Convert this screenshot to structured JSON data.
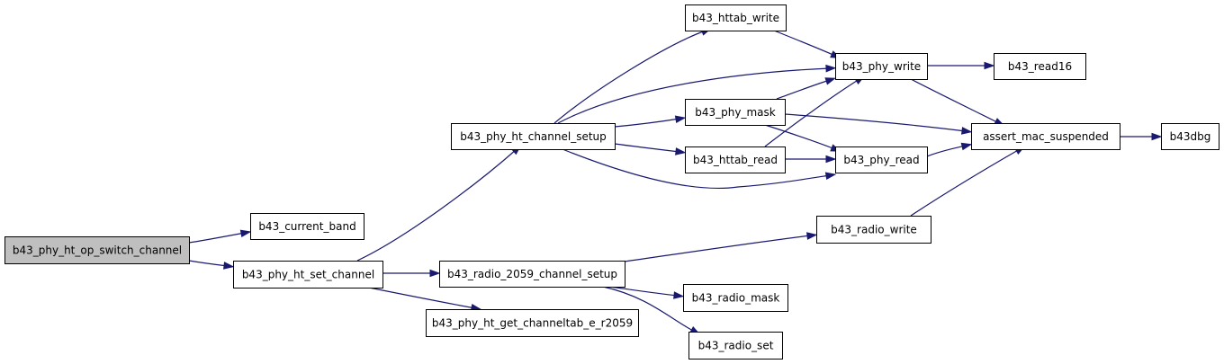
{
  "diagram": {
    "nodes": [
      {
        "id": "op_switch",
        "label": "b43_phy_ht_op_switch_channel",
        "highlighted": true
      },
      {
        "id": "current_band",
        "label": "b43_current_band"
      },
      {
        "id": "set_channel",
        "label": "b43_phy_ht_set_channel"
      },
      {
        "id": "channel_setup",
        "label": "b43_phy_ht_channel_setup"
      },
      {
        "id": "radio_setup",
        "label": "b43_radio_2059_channel_setup"
      },
      {
        "id": "get_channeltab",
        "label": "b43_phy_ht_get_channeltab_e_r2059"
      },
      {
        "id": "httab_write",
        "label": "b43_httab_write"
      },
      {
        "id": "phy_write",
        "label": "b43_phy_write"
      },
      {
        "id": "phy_mask",
        "label": "b43_phy_mask"
      },
      {
        "id": "httab_read",
        "label": "b43_httab_read"
      },
      {
        "id": "phy_read",
        "label": "b43_phy_read"
      },
      {
        "id": "read16",
        "label": "b43_read16"
      },
      {
        "id": "assert_mac",
        "label": "assert_mac_suspended"
      },
      {
        "id": "b43dbg",
        "label": "b43dbg"
      },
      {
        "id": "radio_write",
        "label": "b43_radio_write"
      },
      {
        "id": "radio_mask",
        "label": "b43_radio_mask"
      },
      {
        "id": "radio_set",
        "label": "b43_radio_set"
      }
    ],
    "edges": [
      {
        "from": "op_switch",
        "to": "current_band"
      },
      {
        "from": "op_switch",
        "to": "set_channel"
      },
      {
        "from": "set_channel",
        "to": "channel_setup"
      },
      {
        "from": "set_channel",
        "to": "radio_setup"
      },
      {
        "from": "set_channel",
        "to": "get_channeltab"
      },
      {
        "from": "channel_setup",
        "to": "httab_write"
      },
      {
        "from": "channel_setup",
        "to": "phy_write"
      },
      {
        "from": "channel_setup",
        "to": "phy_mask"
      },
      {
        "from": "channel_setup",
        "to": "httab_read"
      },
      {
        "from": "channel_setup",
        "to": "phy_read"
      },
      {
        "from": "httab_write",
        "to": "phy_write"
      },
      {
        "from": "phy_mask",
        "to": "phy_write"
      },
      {
        "from": "phy_mask",
        "to": "assert_mac"
      },
      {
        "from": "phy_mask",
        "to": "phy_read"
      },
      {
        "from": "httab_read",
        "to": "phy_write"
      },
      {
        "from": "httab_read",
        "to": "phy_read"
      },
      {
        "from": "phy_write",
        "to": "read16"
      },
      {
        "from": "phy_write",
        "to": "assert_mac"
      },
      {
        "from": "phy_read",
        "to": "assert_mac"
      },
      {
        "from": "assert_mac",
        "to": "b43dbg"
      },
      {
        "from": "radio_setup",
        "to": "radio_write"
      },
      {
        "from": "radio_setup",
        "to": "radio_mask"
      },
      {
        "from": "radio_setup",
        "to": "radio_set"
      },
      {
        "from": "radio_write",
        "to": "assert_mac"
      }
    ],
    "colors": {
      "edge": "#191970",
      "highlight_fill": "#bfbfbf",
      "node_fill": "#ffffff",
      "node_border": "#000000"
    }
  }
}
